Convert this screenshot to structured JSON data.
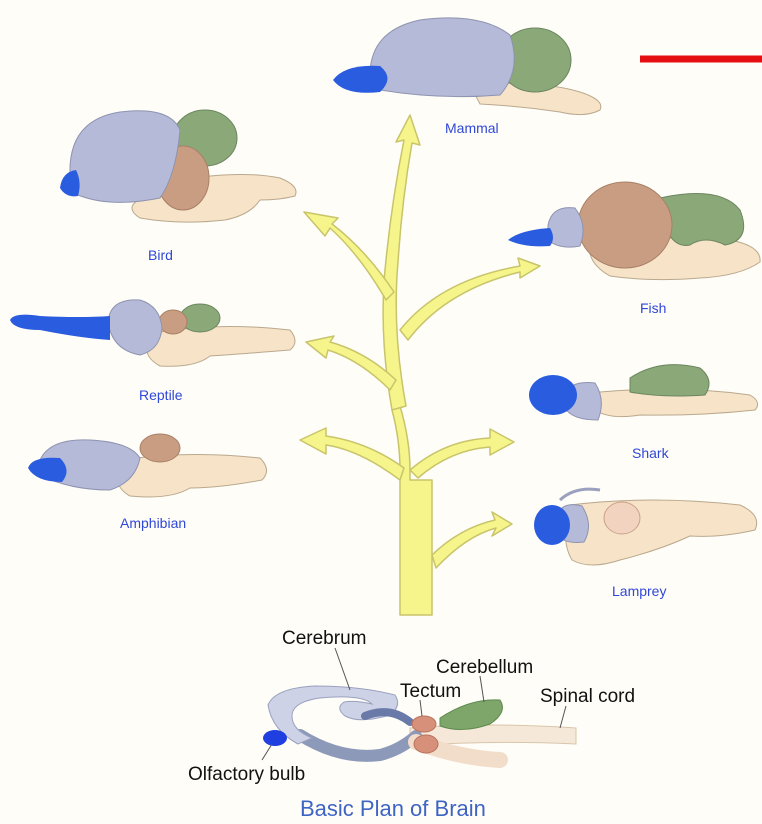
{
  "colors": {
    "background": "#fffdf7",
    "cerebrum": "#b4bad8",
    "olfactory_bulb": "#2a5ce0",
    "cerebellum": "#8aa878",
    "tectum": "#c99d82",
    "brainstem": "#f7e4c8",
    "arrow": "#f6f58c",
    "arrow_outline": "#c8c46a",
    "marker": "#e50f12",
    "label": "#2f48d8"
  },
  "species": {
    "mammal": "Mammal",
    "bird": "Bird",
    "fish": "Fish",
    "reptile": "Reptile",
    "shark": "Shark",
    "amphibian": "Amphibian",
    "lamprey": "Lamprey"
  },
  "plan": {
    "title": "Basic Plan of Brain",
    "labels": {
      "cerebrum": "Cerebrum",
      "cerebellum": "Cerebellum",
      "tectum": "Tectum",
      "spinal_cord": "Spinal cord",
      "olfactory_bulb": "Olfactory bulb"
    }
  }
}
